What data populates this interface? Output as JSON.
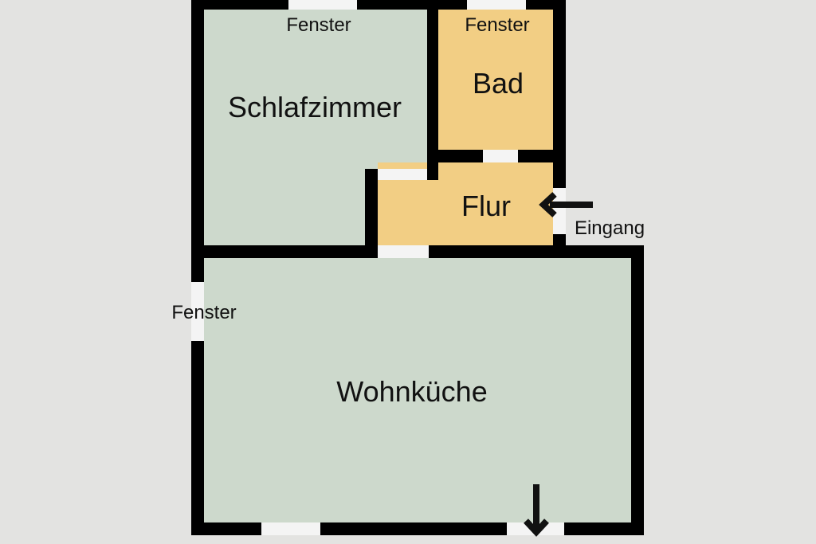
{
  "colors": {
    "background": "#e3e3e1",
    "wall": "#000000",
    "room_green": "#cdd9cc",
    "room_orange": "#f2ce84",
    "opening": "#f4f4f4"
  },
  "rooms": {
    "schlafzimmer": "Schlafzimmer",
    "bad": "Bad",
    "flur": "Flur",
    "wohnkueche": "Wohnküche"
  },
  "labels": {
    "window_schlafzimmer": "Fenster",
    "window_bad": "Fenster",
    "window_wohnkueche": "Fenster",
    "entrance": "Eingang"
  },
  "icons": {
    "entrance_arrow": "arrow-left-icon",
    "exit_arrow": "arrow-down-icon"
  }
}
